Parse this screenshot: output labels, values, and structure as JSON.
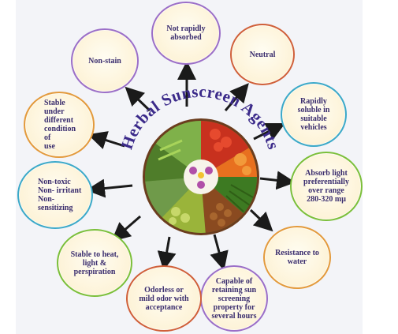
{
  "diagram": {
    "center_title": "Herbal Sunscreen Agents",
    "properties": [
      {
        "id": "not-rapidly-absorbed",
        "label_lines": [
          "Not rapidly",
          "absorbed"
        ],
        "ring": "#9b6fc8"
      },
      {
        "id": "neutral",
        "label_lines": [
          "Neutral"
        ],
        "ring": "#d0603a"
      },
      {
        "id": "rapidly-soluble",
        "label_lines": [
          "Rapidly",
          "soluble in",
          "suitable",
          "vehicles"
        ],
        "ring": "#3ba9c9"
      },
      {
        "id": "absorb-light",
        "label_lines": [
          "Absorb light",
          "preferentially",
          "over range",
          "280-320 mμ"
        ],
        "ring": "#7bbf3a"
      },
      {
        "id": "resistance-to-water",
        "label_lines": [
          "Resistance to",
          "water"
        ],
        "ring": "#e39a3c"
      },
      {
        "id": "retaining-sun-screening",
        "label_lines": [
          "Capable of",
          "retaining sun",
          "screening",
          "property for",
          "several hours"
        ],
        "ring": "#9b6fc8"
      },
      {
        "id": "odorless",
        "label_lines": [
          "Odorless or",
          "mild odor with",
          "acceptance"
        ],
        "ring": "#d0603a"
      },
      {
        "id": "stable-to-heat",
        "label_lines": [
          "Stable to heat,",
          "light &",
          "perspiration"
        ],
        "ring": "#7bbf3a"
      },
      {
        "id": "non-toxic",
        "label_lines": [
          "Non-toxic",
          "Non- irritant",
          "Non- sensitizing"
        ],
        "ring": "#3ba9c9"
      },
      {
        "id": "stable-under-conditions",
        "label_lines": [
          "Stable under",
          "different",
          "condition of",
          "use"
        ],
        "ring": "#e39a3c"
      },
      {
        "id": "non-stain",
        "label_lines": [
          "Non-stain"
        ],
        "ring": "#9b6fc8"
      }
    ],
    "colors": {
      "text": "#3a2d6e",
      "title": "#3b2a8a",
      "arrow": "#1a1a1a",
      "bubble_fill": "#fdf3d8",
      "background": "#f3f4f8"
    }
  }
}
